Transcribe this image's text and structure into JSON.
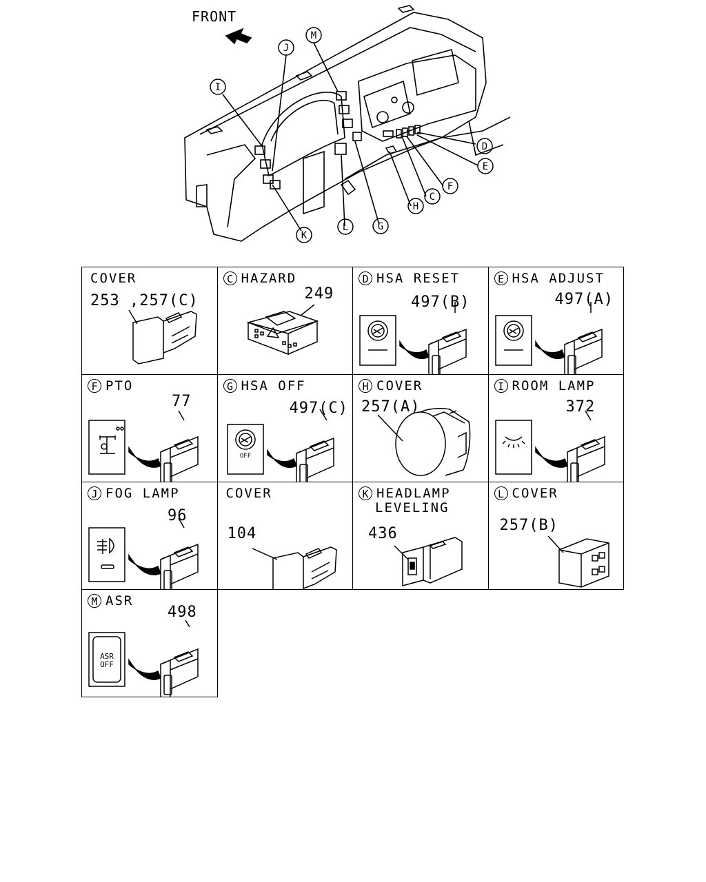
{
  "overview": {
    "front_label": "FRONT",
    "callouts": [
      "M",
      "J",
      "I",
      "D",
      "E",
      "F",
      "C",
      "H",
      "G",
      "L",
      "K"
    ]
  },
  "cells": [
    {
      "id": "A",
      "letter": "",
      "title": "COVER",
      "title2": "",
      "part": "253 ,257(C)",
      "icon": ""
    },
    {
      "id": "C",
      "letter": "C",
      "title": "HAZARD",
      "title2": "",
      "part": "249",
      "icon": ""
    },
    {
      "id": "D",
      "letter": "D",
      "title": "HSA RESET",
      "title2": "",
      "part": "497(B)",
      "icon": ""
    },
    {
      "id": "E",
      "letter": "E",
      "title": "HSA ADJUST",
      "title2": "",
      "part": "497(A)",
      "icon": ""
    },
    {
      "id": "F",
      "letter": "F",
      "title": "PTO",
      "title2": "",
      "part": "77",
      "icon": ""
    },
    {
      "id": "G",
      "letter": "G",
      "title": "HSA OFF",
      "title2": "",
      "part": "497(C)",
      "icon": "OFF"
    },
    {
      "id": "H",
      "letter": "H",
      "title": "COVER",
      "title2": "",
      "part": "257(A)",
      "icon": ""
    },
    {
      "id": "I",
      "letter": "I",
      "title": "ROOM LAMP",
      "title2": "",
      "part": "372",
      "icon": ""
    },
    {
      "id": "J",
      "letter": "J",
      "title": "FOG LAMP",
      "title2": "",
      "part": "96",
      "icon": ""
    },
    {
      "id": "B",
      "letter": "",
      "title": "COVER",
      "title2": "",
      "part": "104",
      "icon": ""
    },
    {
      "id": "K",
      "letter": "K",
      "title": "HEADLAMP",
      "title2": "LEVELING",
      "part": "436",
      "icon": ""
    },
    {
      "id": "L",
      "letter": "L",
      "title": "COVER",
      "title2": "",
      "part": "257(B)",
      "icon": ""
    },
    {
      "id": "M",
      "letter": "M",
      "title": "ASR",
      "title2": "",
      "part": "498",
      "icon_line1": "ASR",
      "icon_line2": "OFF"
    }
  ]
}
